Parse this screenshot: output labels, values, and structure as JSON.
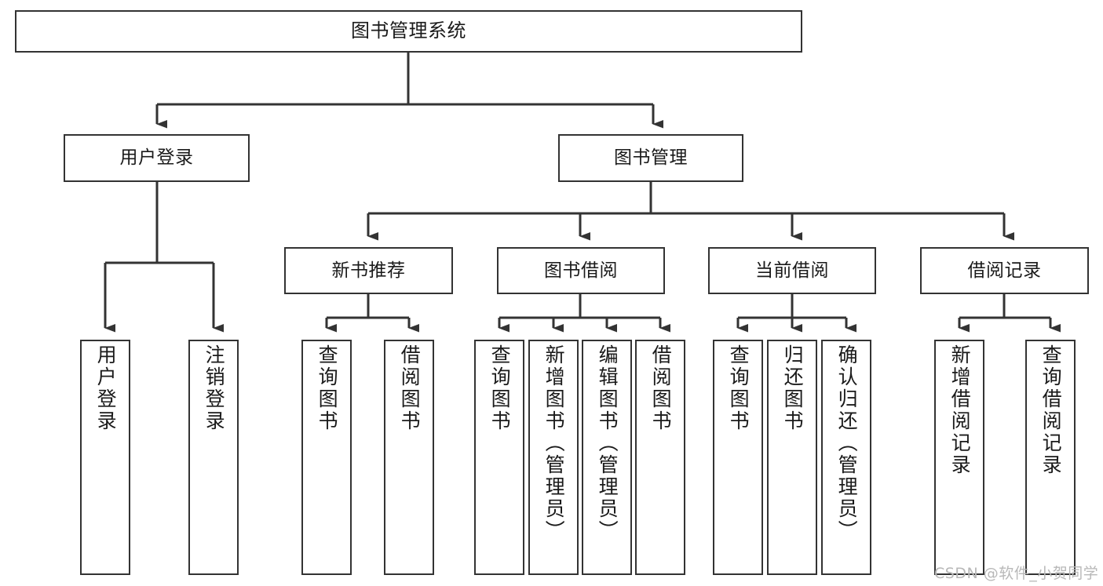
{
  "diagram": {
    "title": "图书管理系统",
    "type": "tree-hierarchy-diagram",
    "style": {
      "background": "#ffffff",
      "border_color": "#333333",
      "text_color": "#1a1a1a",
      "watermark_color": "#b8b8b8"
    },
    "nodes": {
      "root": {
        "label": "图书管理系统"
      },
      "level1": [
        {
          "id": "user-login",
          "label": "用户登录"
        },
        {
          "id": "book-manage",
          "label": "图书管理"
        }
      ],
      "level2": [
        {
          "id": "new-book-recommend",
          "label": "新书推荐"
        },
        {
          "id": "book-borrow",
          "label": "图书借阅"
        },
        {
          "id": "current-borrow",
          "label": "当前借阅"
        },
        {
          "id": "borrow-record",
          "label": "借阅记录"
        }
      ],
      "leaves": {
        "user_login": [
          {
            "id": "leaf-user-login",
            "label": "用户登录"
          },
          {
            "id": "leaf-logout-login",
            "label": "注销登录"
          }
        ],
        "new_book_recommend": [
          {
            "id": "leaf-query-book-1",
            "label": "查询图书"
          },
          {
            "id": "leaf-borrow-book-1",
            "label": "借阅图书"
          }
        ],
        "book_borrow": [
          {
            "id": "leaf-query-book-2",
            "label": "查询图书"
          },
          {
            "id": "leaf-add-book",
            "label": "新增图书（管理员）"
          },
          {
            "id": "leaf-edit-book",
            "label": "编辑图书（管理员）"
          },
          {
            "id": "leaf-borrow-book-2",
            "label": "借阅图书"
          }
        ],
        "current_borrow": [
          {
            "id": "leaf-query-book-3",
            "label": "查询图书"
          },
          {
            "id": "leaf-return-book",
            "label": "归还图书"
          },
          {
            "id": "leaf-confirm-return",
            "label": "确认归还（管理员）"
          }
        ],
        "borrow_record": [
          {
            "id": "leaf-add-record",
            "label": "新增借阅记录"
          },
          {
            "id": "leaf-query-record",
            "label": "查询借阅记录"
          }
        ]
      }
    },
    "watermark": "CSDN @软件_小贺同学"
  }
}
